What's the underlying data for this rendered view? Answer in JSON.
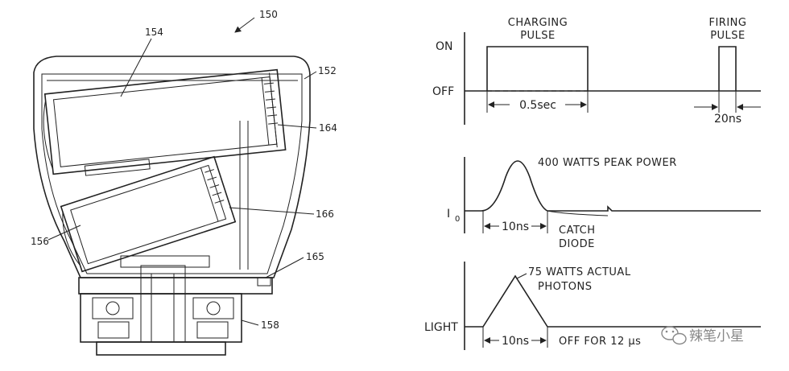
{
  "device": {
    "refs": {
      "r150": "150",
      "r152": "152",
      "r154": "154",
      "r156": "156",
      "r158": "158",
      "r164": "164",
      "r165": "165",
      "r166": "166"
    }
  },
  "pulse_chart": {
    "y_on": "ON",
    "y_off": "OFF",
    "charging_line1": "CHARGING",
    "charging_line2": "PULSE",
    "firing_line1": "FIRING",
    "firing_line2": "PULSE",
    "duration_charge": "0.5sec",
    "duration_fire": "20ns"
  },
  "power_chart": {
    "y_label": "I",
    "y_label_sub": "0",
    "peak": "400 WATTS PEAK POWER",
    "width": "10ns",
    "catch1": "CATCH",
    "catch2": "DIODE"
  },
  "light_chart": {
    "y_label": "LIGHT",
    "actual1": "75 WATTS ACTUAL",
    "actual2": "PHOTONS",
    "width": "10ns",
    "off": "OFF FOR 12 μs"
  },
  "watermark": {
    "text": "辣笔小星"
  }
}
